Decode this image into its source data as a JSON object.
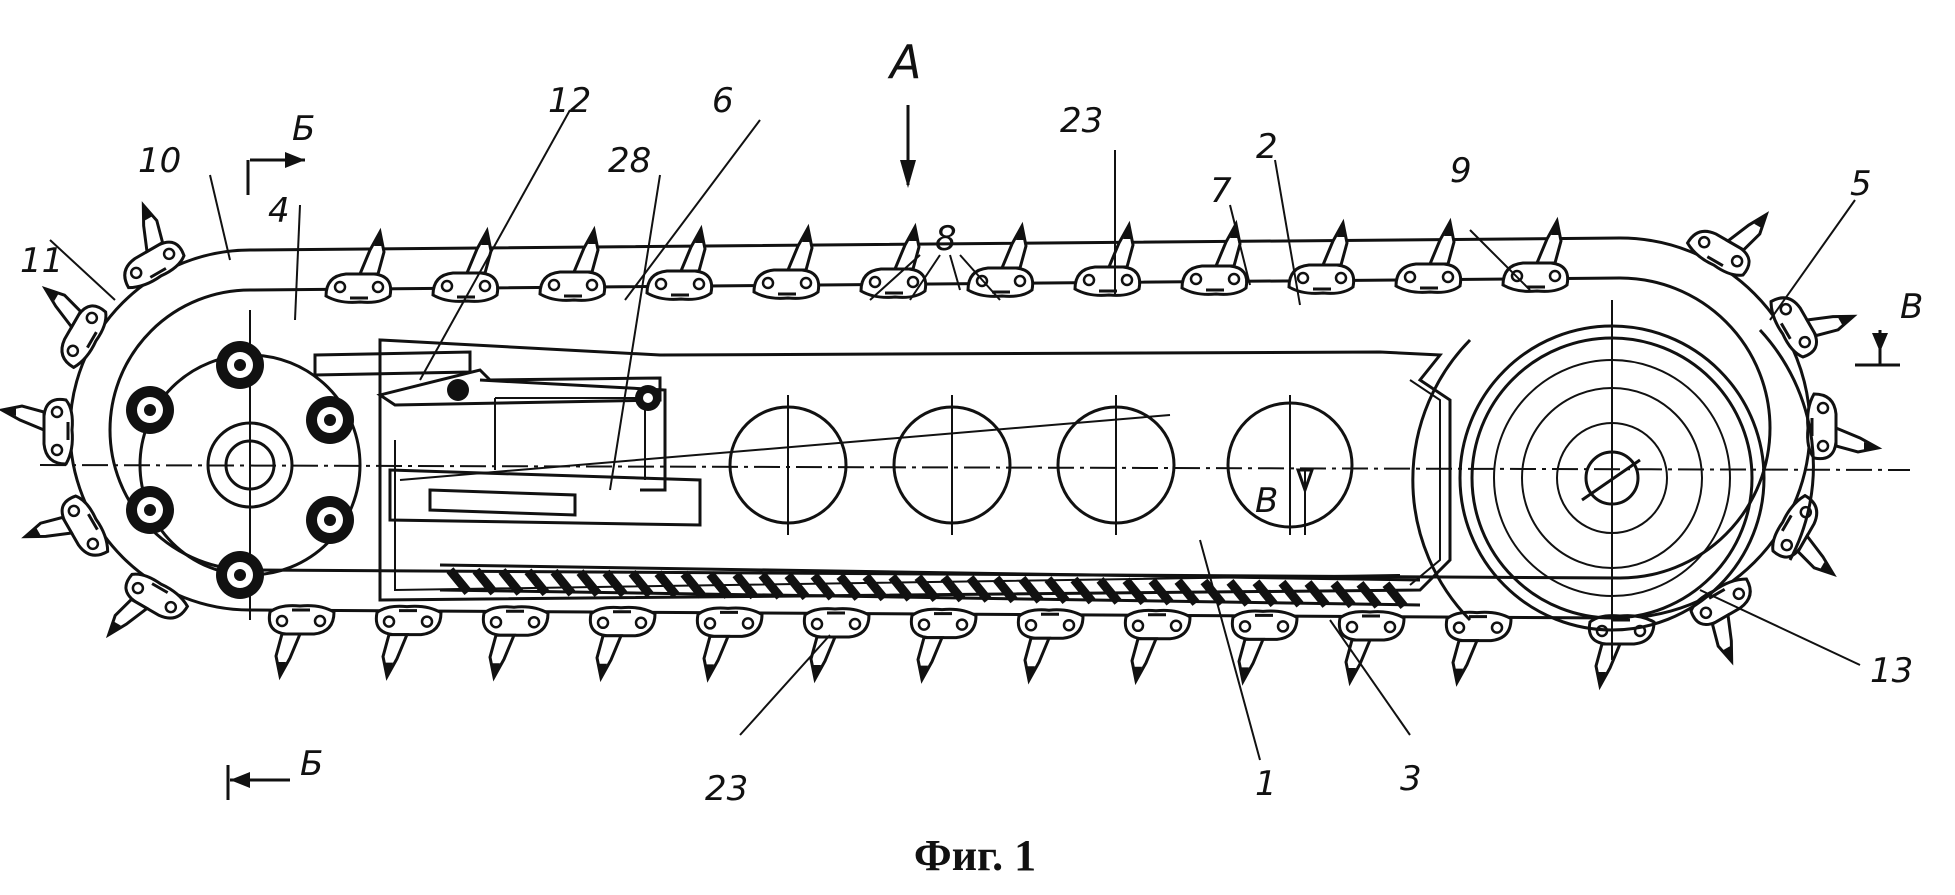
{
  "figure": {
    "caption": "Фиг. 1",
    "view_label": "А",
    "section_b_label_top": "Б",
    "section_b_label_bottom": "Б",
    "section_v_label": "В",
    "dimension_label": "В",
    "labels": {
      "n1": "1",
      "n2": "2",
      "n3": "3",
      "n4": "4",
      "n5": "5",
      "n6": "6",
      "n7": "7",
      "n8": "8",
      "n9": "9",
      "n10": "10",
      "n11": "11",
      "n12": "12",
      "n13": "13",
      "n23_top": "23",
      "n23_bottom": "23",
      "n28": "28"
    }
  }
}
